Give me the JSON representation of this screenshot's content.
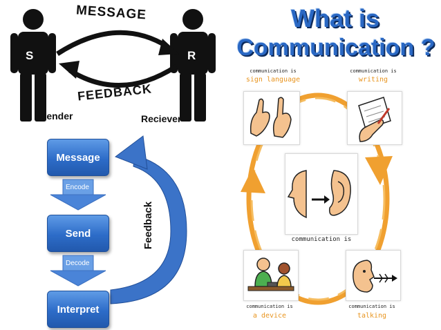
{
  "sender_receiver": {
    "message_label": "MESSAGE",
    "feedback_label": "FEEDBACK",
    "sender_letter": "S",
    "receiver_letter": "R",
    "sender_caption": "Sender",
    "receiver_caption": "Reciever"
  },
  "flow": {
    "steps": [
      "Message",
      "Send",
      "Interpret"
    ],
    "arrows": [
      "Encode",
      "Decode"
    ],
    "feedback_label": "Feedback"
  },
  "title": {
    "line1": "What is",
    "line2": "Communication ?"
  },
  "cycle": {
    "items": [
      {
        "prefix": "communication is",
        "label": "sign language"
      },
      {
        "prefix": "communication is",
        "label": "writing"
      },
      {
        "prefix": "communication is",
        "label": "a device"
      },
      {
        "prefix": "communication is",
        "label": "talking"
      }
    ],
    "center_caption": "communication is"
  },
  "colors": {
    "box_blue": "#2d6cc8",
    "title_blue": "#2a68c4",
    "cycle_orange": "#f0a030"
  }
}
